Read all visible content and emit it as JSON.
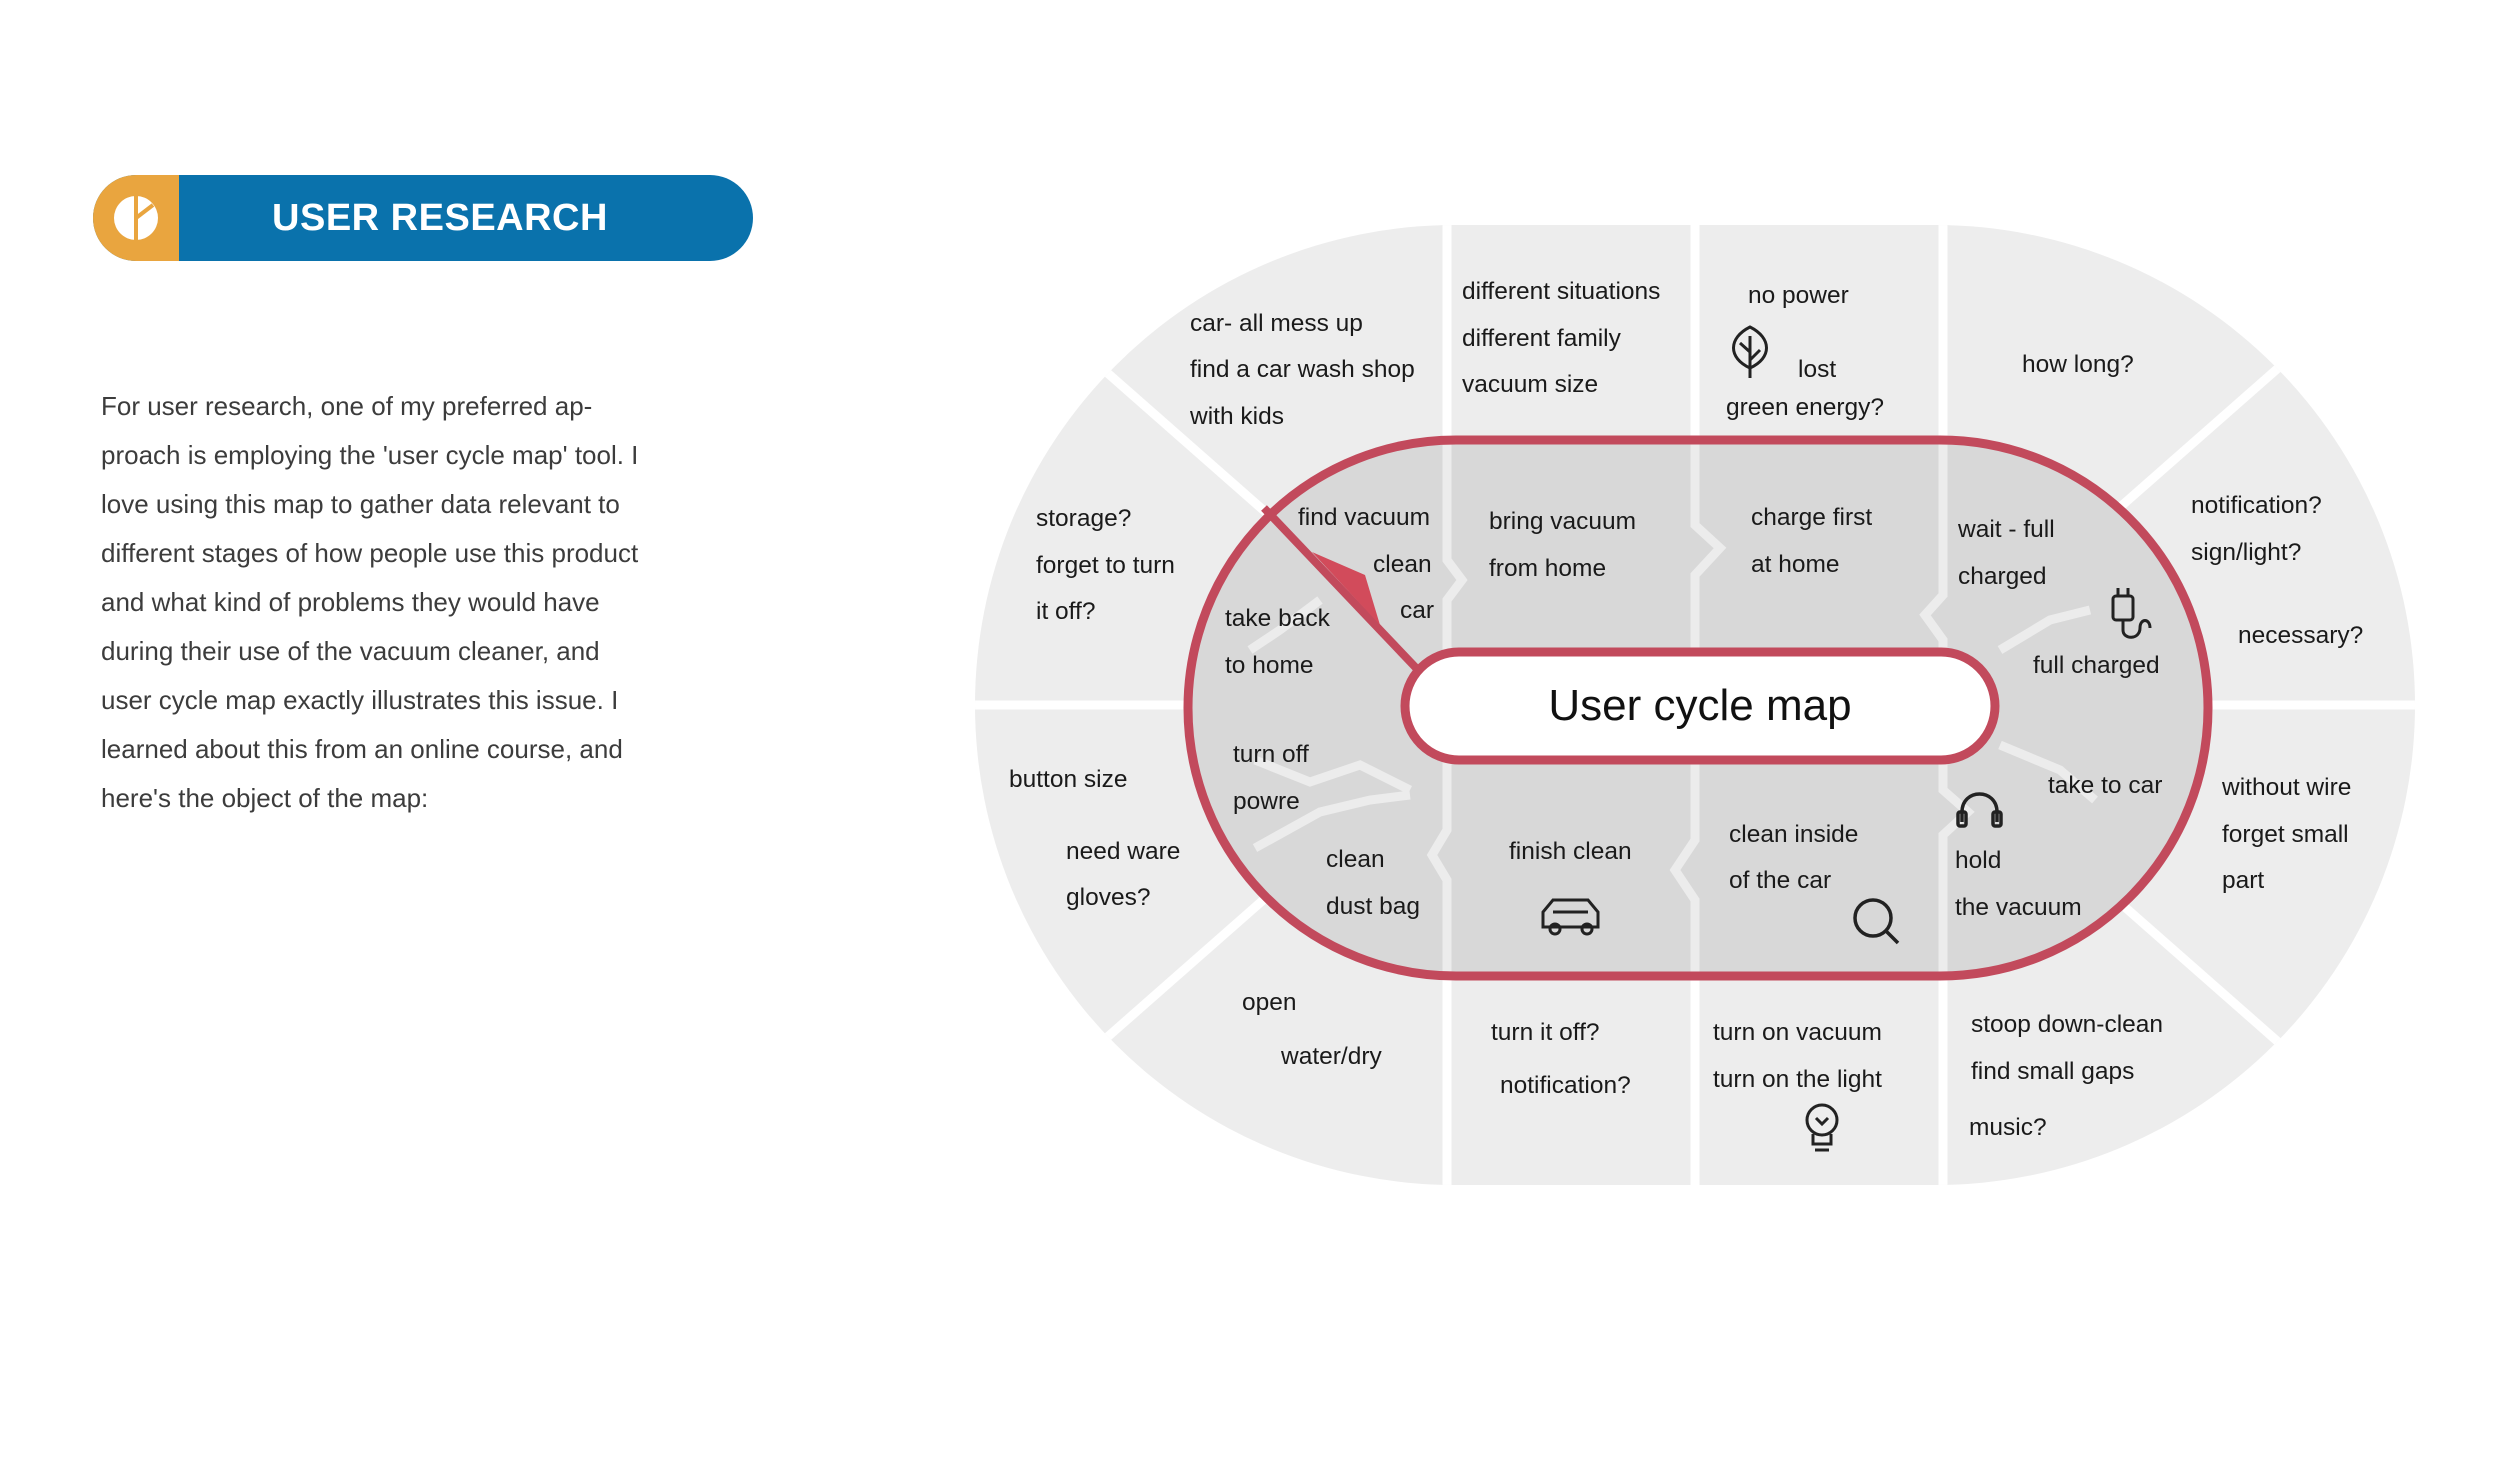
{
  "header": {
    "title": "USER RESEARCH"
  },
  "intro": {
    "text": "For user research, one of my preferred ap-\nproach is employing the 'user cycle map' tool. I\nlove using this map to gather data relevant to\ndifferent stages of how people use this product\nand what kind of problems they would have\nduring their use of the vacuum cleaner, and\nuser cycle map exactly illustrates this issue. I\nlearned about this from an online course, and\nhere's the object of the map:"
  },
  "map": {
    "title": "User cycle map",
    "colors": {
      "ring": "#c24a5c",
      "outer": "#ededed",
      "inner": "#d8d8d8",
      "accent": "#d24b5b"
    },
    "outer_top": [
      {
        "lines": [
          "car- all mess up",
          "find a car wash shop",
          "with kids"
        ]
      },
      {
        "lines": [
          "different situations",
          "different family",
          "vacuum size"
        ]
      },
      {
        "lines": [
          "no power",
          "lost",
          "green energy?"
        ],
        "icon": "leaf-icon"
      },
      {
        "lines": [
          "how long?"
        ]
      }
    ],
    "outer_right_top": {
      "lines": [
        "notification?",
        "sign/light?",
        "necessary?"
      ]
    },
    "outer_right_bottom": {
      "lines": [
        "without wire",
        "forget small",
        "part"
      ]
    },
    "outer_bottom": [
      {
        "lines": [
          "open",
          "water/dry"
        ]
      },
      {
        "lines": [
          "turn it off?",
          "notification?"
        ]
      },
      {
        "lines": [
          "turn on vacuum",
          "turn on the light"
        ],
        "icon": "lightbulb-icon"
      },
      {
        "lines": [
          "stoop down-clean",
          "find small gaps",
          "music?"
        ]
      }
    ],
    "outer_left_top": {
      "lines": [
        "storage?",
        "forget to turn",
        "it off?"
      ]
    },
    "outer_left_bottom": {
      "lines": [
        "button size",
        "need ware",
        "gloves?"
      ]
    },
    "inner_top": [
      {
        "lines": [
          "find vacuum",
          "clean",
          "car"
        ]
      },
      {
        "lines": [
          "take back",
          "to home"
        ]
      },
      {
        "lines": [
          "bring vacuum",
          "from home"
        ]
      },
      {
        "lines": [
          "charge first",
          "at home"
        ]
      },
      {
        "lines": [
          "wait - full",
          "charged"
        ]
      },
      {
        "lines": [
          "full charged"
        ],
        "icon": "charger-plug-icon"
      }
    ],
    "inner_bottom": [
      {
        "lines": [
          "turn off",
          "powre"
        ]
      },
      {
        "lines": [
          "clean",
          "dust bag"
        ]
      },
      {
        "lines": [
          "finish clean"
        ],
        "icon": "car-icon"
      },
      {
        "lines": [
          "clean inside",
          "of the car"
        ],
        "icon": "magnifier-icon"
      },
      {
        "lines": [
          "hold",
          "the vacuum"
        ],
        "icon": "headphones-icon"
      },
      {
        "lines": [
          "take to car"
        ]
      }
    ]
  }
}
